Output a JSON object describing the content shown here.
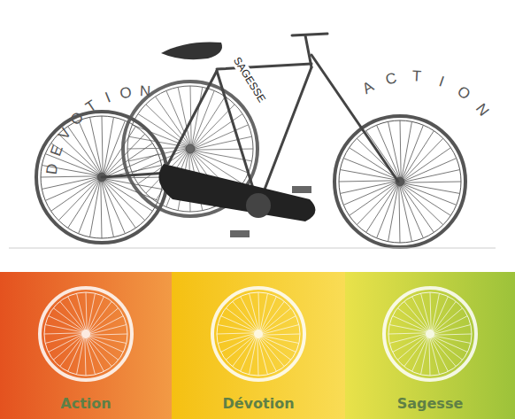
{
  "diagram": {
    "nodes": [
      {
        "text": [
          "Action"
        ]
      },
      {
        "text": [
          "Dévotion"
        ]
      },
      {
        "text": [
          "Sagesse"
        ]
      }
    ],
    "labels": [
      "DEVOTION",
      "SAGESSE",
      "ACTION"
    ]
  }
}
